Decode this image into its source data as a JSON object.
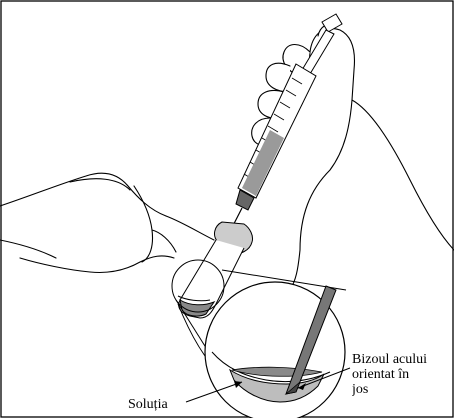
{
  "figure": {
    "labels": {
      "solution": "Soluția",
      "bevel_line1": "Bizoul acului",
      "bevel_line2": "orientat în",
      "bevel_line3": "jos"
    }
  }
}
